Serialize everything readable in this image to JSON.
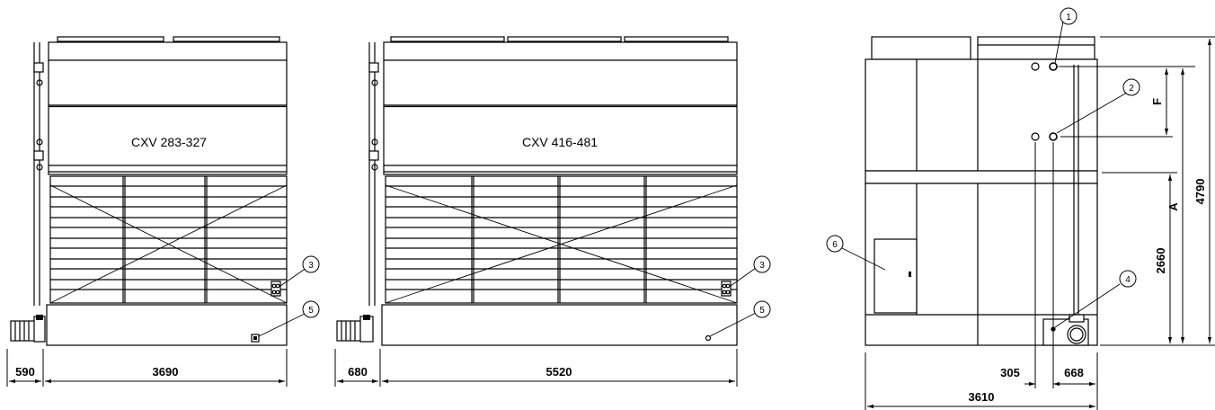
{
  "views": {
    "left_label": "CXV 283-327",
    "middle_label": "CXV 416-481"
  },
  "dimensions": {
    "left_width_extra": "590",
    "left_width_main": "3690",
    "middle_width_extra": "680",
    "middle_width_main": "5520",
    "side_305": "305",
    "side_668": "668",
    "side_total": "3610",
    "height_total": "4790",
    "height_2660": "2660",
    "height_a": "A",
    "height_f": "F"
  },
  "callouts": {
    "c1": "1",
    "c2": "2",
    "c3": "3",
    "c4": "4",
    "c5": "5",
    "c6": "6"
  }
}
